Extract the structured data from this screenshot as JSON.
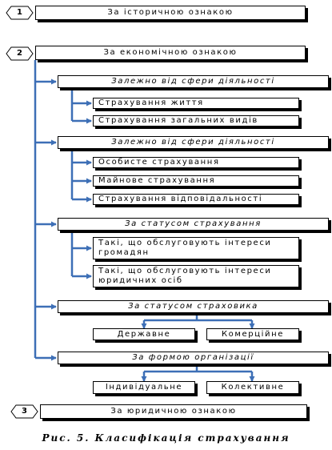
{
  "sections": [
    {
      "number": "1",
      "title": "За історичною ознакою"
    },
    {
      "number": "2",
      "title": "За економічною ознакою"
    },
    {
      "number": "3",
      "title": "За юридичною ознакою"
    }
  ],
  "groups": [
    {
      "heading": "Залежно від сфери діяльності",
      "items": [
        "Страхування життя",
        "Страхування загальних видів"
      ]
    },
    {
      "heading": "Залежно від сфери діяльності",
      "items": [
        "Особисте страхування",
        "Майнове страхування",
        "Страхування відповідальності"
      ]
    },
    {
      "heading": "За статусом страхування",
      "items": [
        "Такі, що обслуговують інтереси громадян",
        "Такі, що обслуговують інтереси юридичних осіб"
      ]
    },
    {
      "heading": "За статусом страховика",
      "items": [
        "Державне",
        "Комерційне"
      ]
    },
    {
      "heading": "За формою організації",
      "items": [
        "Індивідуальне",
        "Колективне"
      ]
    }
  ],
  "caption": "Рис. 5.   Класифікація страхування",
  "colors": {
    "connector": "#3d6fb6",
    "border": "#000000"
  }
}
